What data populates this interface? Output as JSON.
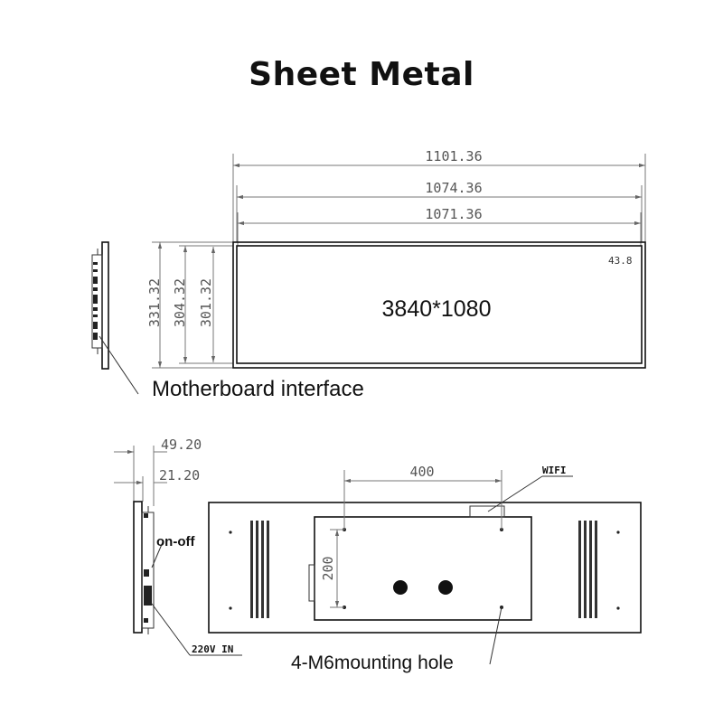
{
  "title": "Sheet Metal",
  "front_view": {
    "width_outer": "1101.36",
    "width_mid": "1074.36",
    "width_inner": "1071.36",
    "height_outer": "331.32",
    "height_mid": "304.32",
    "height_inner": "301.32",
    "bezel": "43.8",
    "resolution": "3840*1080"
  },
  "labels": {
    "motherboard": "Motherboard interface",
    "on_off": "on-off",
    "power": "220V IN",
    "wifi": "WIFI",
    "mounting": "4-M6mounting hole"
  },
  "side_view": {
    "depth_outer": "49.20",
    "depth_inner": "21.20"
  },
  "rear_view": {
    "hole_spacing_h": "400",
    "hole_spacing_v": "200"
  }
}
